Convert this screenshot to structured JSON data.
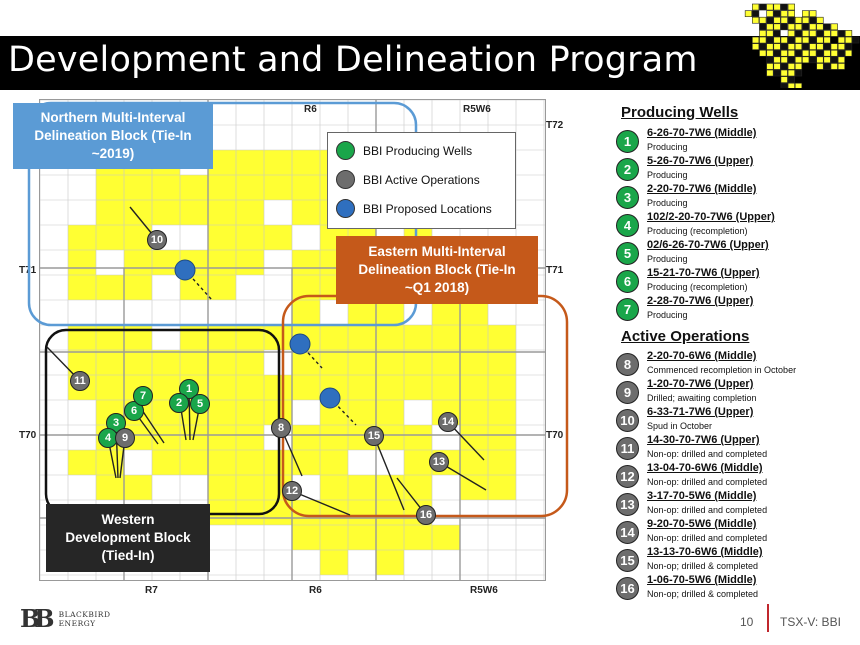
{
  "slide": {
    "title": "Development and Delineation Program"
  },
  "map": {
    "grid_labels_top": [
      "R6",
      "R5W6"
    ],
    "grid_labels_bottom": [
      "R7",
      "R6",
      "R5W6"
    ],
    "township_labels_left": [
      "T71",
      "T70"
    ],
    "township_labels_right": [
      "T72",
      "T71",
      "T70"
    ],
    "legend": [
      {
        "label": "BBI Producing Wells",
        "color": "#1aa64a"
      },
      {
        "label": "BBI Active Operations",
        "color": "#6d6d6d"
      },
      {
        "label": "BBI Proposed Locations",
        "color": "#2f6fbf"
      }
    ],
    "blocks": {
      "northern": {
        "label": "Northern Multi-Interval Delineation Block (Tie-In ~2019)",
        "lines": [
          "Northern Multi-Interval",
          "Delineation Block (Tie-In",
          "~2019)"
        ],
        "color": "#5b9bd5"
      },
      "eastern": {
        "label": "Eastern Multi-Interval Delineation Block (Tie-In ~Q1 2018)",
        "lines": [
          "Eastern Multi-Interval",
          "Delineation Block (Tie-In",
          "~Q1 2018)"
        ],
        "color": "#c5591a"
      },
      "western": {
        "label": "Western Development Block (Tied-In)",
        "lines": [
          "Western",
          "Development Block",
          "(Tied-In)"
        ],
        "color": "#262626"
      }
    },
    "markers": {
      "producing": [
        "1",
        "2",
        "3",
        "4",
        "5",
        "6",
        "7"
      ],
      "active": [
        "8",
        "9",
        "10",
        "11",
        "12",
        "13",
        "14",
        "15",
        "16"
      ]
    }
  },
  "sidebar": {
    "producing_heading": "Producing Wells",
    "producing": [
      {
        "num": "1",
        "name": "6-26-70-7W6 (Middle)",
        "status": "Producing"
      },
      {
        "num": "2",
        "name": "5-26-70-7W6 (Upper)",
        "status": "Producing"
      },
      {
        "num": "3",
        "name": "2-20-70-7W6 (Middle)",
        "status": "Producing"
      },
      {
        "num": "4",
        "name": "102/2-20-70-7W6 (Upper)",
        "status": "Producing (recompletion)"
      },
      {
        "num": "5",
        "name": "02/6-26-70-7W6 (Upper)",
        "status": "Producing"
      },
      {
        "num": "6",
        "name": "15-21-70-7W6 (Upper)",
        "status": "Producing (recompletion)"
      },
      {
        "num": "7",
        "name": "2-28-70-7W6 (Upper)",
        "status": "Producing"
      }
    ],
    "active_heading": "Active Operations",
    "active": [
      {
        "num": "8",
        "name": "2-20-70-6W6 (Middle)",
        "status": "Commenced recompletion in October"
      },
      {
        "num": "9",
        "name": "1-20-70-7W6 (Upper)",
        "status": "Drilled; awaiting completion"
      },
      {
        "num": "10",
        "name": "6-33-71-7W6 (Upper)",
        "status": "Spud in October"
      },
      {
        "num": "11",
        "name": "14-30-70-7W6 (Upper)",
        "status": "Non-op: drilled and completed"
      },
      {
        "num": "12",
        "name": "13-04-70-6W6 (Middle)",
        "status": "Non-op: drilled and completed"
      },
      {
        "num": "13",
        "name": "3-17-70-5W6 (Middle)",
        "status": "Non-op: drilled and completed"
      },
      {
        "num": "14",
        "name": "9-20-70-5W6 (Middle)",
        "status": "Non-op: drilled and completed"
      },
      {
        "num": "15",
        "name": "13-13-70-6W6 (Middle)",
        "status": "Non-op; drilled & completed"
      },
      {
        "num": "16",
        "name": "1-06-70-5W6 (Middle)",
        "status": "Non-op; drilled & completed"
      }
    ]
  },
  "footer": {
    "logo_mark": "BB",
    "logo_line1": "BLACKBIRD",
    "logo_line2": "ENERGY",
    "page_number": "10",
    "ticker": "TSX-V: BBI"
  }
}
